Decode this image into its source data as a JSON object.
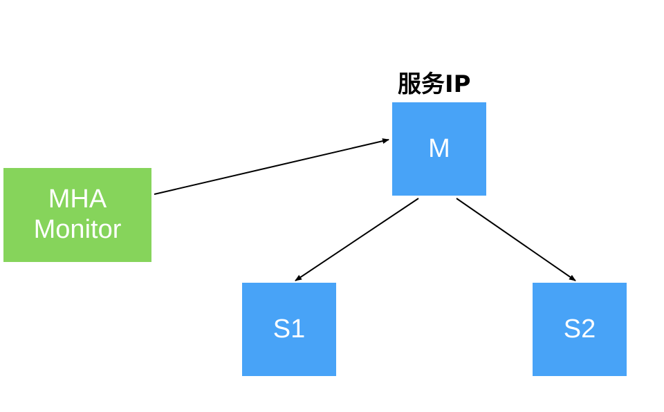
{
  "nodes": {
    "monitor": {
      "label_line1": "MHA",
      "label_line2": "Monitor",
      "color": "#86d45b"
    },
    "master": {
      "label": "M",
      "color": "#48a3f7"
    },
    "slave1": {
      "label": "S1",
      "color": "#48a3f7"
    },
    "slave2": {
      "label": "S2",
      "color": "#48a3f7"
    }
  },
  "service_ip_label": "服务IP",
  "edges": [
    {
      "from": "monitor",
      "to": "master"
    },
    {
      "from": "master",
      "to": "slave1"
    },
    {
      "from": "master",
      "to": "slave2"
    }
  ]
}
